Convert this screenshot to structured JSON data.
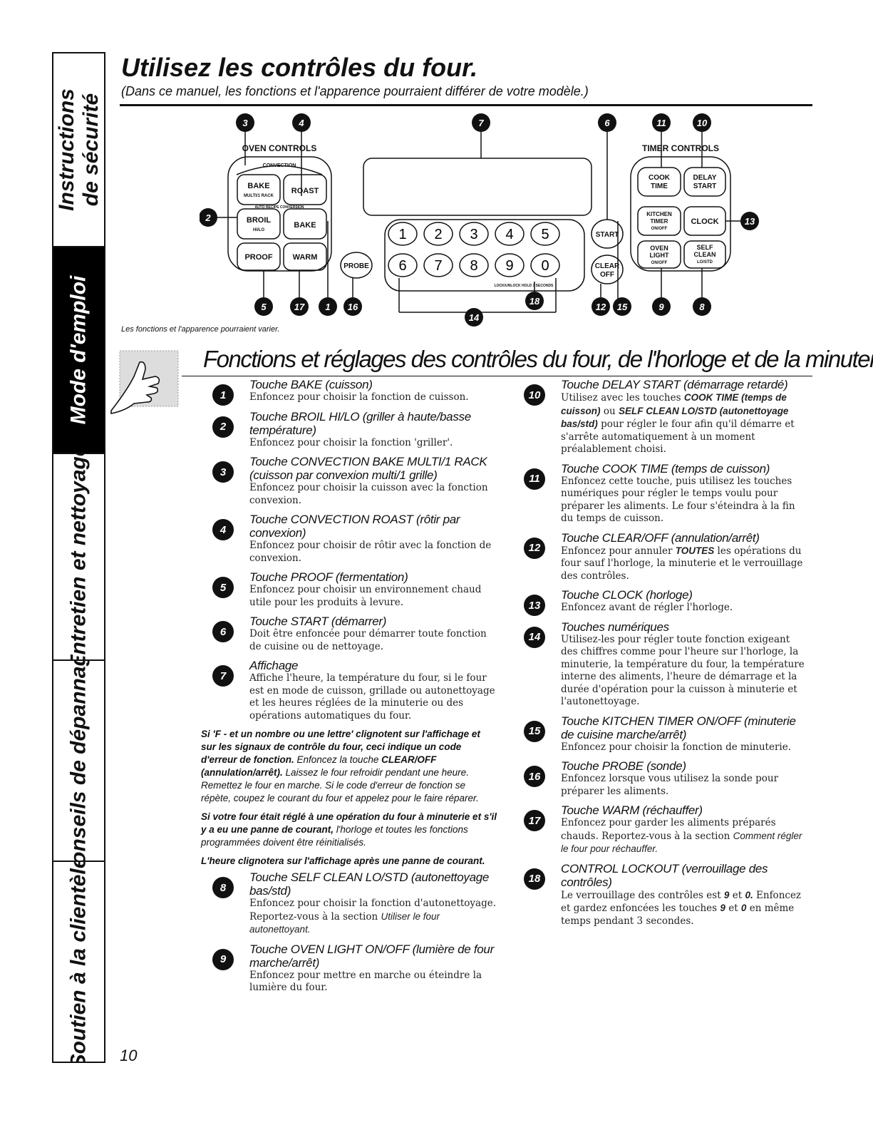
{
  "sidebar": {
    "tabs": [
      {
        "label": "Instructions de sécurité",
        "active": false
      },
      {
        "label": "Mode d'emploi",
        "active": true
      },
      {
        "label": "Entretien et nettoyage",
        "active": false
      },
      {
        "label": "Conseils de dépannage",
        "active": false
      },
      {
        "label": "Soutien à la clientèle",
        "active": false
      }
    ]
  },
  "header": {
    "title": "Utilisez les contrôles du four.",
    "subtitle": "(Dans ce manuel, les fonctions et l'apparence pourraient différer de votre modèle.)"
  },
  "diagram": {
    "oven_controls_label": "OVEN CONTROLS",
    "convection_label": "CONVECTION",
    "auto_recipe_label": "AUTO RECIPE CONVERSION",
    "timer_controls_label": "TIMER CONTROLS",
    "keys": {
      "bake": "BAKE",
      "bake_sub": "MULTI/1 RACK",
      "roast": "ROAST",
      "broil": "BROIL",
      "broil_sub": "HI/LO",
      "bake2": "BAKE",
      "proof": "PROOF",
      "warm": "WARM",
      "probe": "PROBE",
      "start": "START",
      "clear": "CLEAR",
      "off": "OFF",
      "cook": "COOK",
      "time": "TIME",
      "delay": "DELAY",
      "delay_start": "START",
      "kitchen": "KITCHEN",
      "timer": "TIMER",
      "onoff": "ON/OFF",
      "clock": "CLOCK",
      "oven": "OVEN",
      "light": "LIGHT",
      "light_onoff": "ON/OFF",
      "self": "SELF",
      "clean": "CLEAN",
      "lostd": "LO/STD",
      "lockout": "LOCK/UNLOCK HOLD 3 SECONDS",
      "digits": [
        "1",
        "2",
        "3",
        "4",
        "5",
        "6",
        "7",
        "8",
        "9",
        "0"
      ]
    },
    "callouts": {
      "top": [
        "3",
        "4",
        "7",
        "6",
        "11",
        "10"
      ],
      "left": "2",
      "right": "13",
      "bottom": [
        "5",
        "17",
        "1",
        "16",
        "18",
        "14",
        "12",
        "15",
        "9",
        "8"
      ]
    },
    "caption": "Les fonctions et l'apparence pourraient varier."
  },
  "section": {
    "title": "Fonctions et réglages des contrôles du four, de l'horloge et de la minuterie"
  },
  "left_items": [
    {
      "num": "1",
      "title": "Touche BAKE (cuisson)",
      "desc": "Enfoncez pour choisir la fonction de cuisson."
    },
    {
      "num": "2",
      "title": "Touche BROIL HI/LO (griller à haute/basse température)",
      "desc": "Enfoncez pour choisir la fonction 'griller'."
    },
    {
      "num": "3",
      "title": "Touche CONVECTION BAKE MULTI/1 RACK (cuisson par convexion multi/1 grille)",
      "desc": "Enfoncez pour choisir la cuisson avec la fonction convexion."
    },
    {
      "num": "4",
      "title": "Touche CONVECTION ROAST (rôtir par convexion)",
      "desc": "Enfoncez pour choisir de rôtir avec la fonction de convexion."
    },
    {
      "num": "5",
      "title": "Touche PROOF (fermentation)",
      "desc": "Enfoncez pour choisir un environnement chaud utile pour les produits à levure."
    },
    {
      "num": "6",
      "title": "Touche START (démarrer)",
      "desc": "Doit être enfoncée pour démarrer toute fonction de cuisine ou de nettoyage."
    },
    {
      "num": "7",
      "title": "Affichage",
      "desc": "Affiche l'heure, la température du four, si le four est en mode de cuisson, grillade ou autonettoyage et les heures réglées de la minuterie ou des opérations automatiques du four."
    }
  ],
  "notes": {
    "n1_bold": "Si 'F - et un nombre ou une lettre' clignotent sur l'affichage et sur les signaux de contrôle du four, ceci indique un code d'erreur de fonction.",
    "n1_text": "Enfoncez la touche",
    "n1_bold2": "CLEAR/OFF (annulation/arrêt).",
    "n1_text2": "Laissez le four refroidir pendant une heure. Remettez le four en marche. Si le code d'erreur de fonction se répète, coupez le courant du four et appelez pour le faire réparer.",
    "n2_bold": "Si votre four était réglé à une opération du four à minuterie et s'il y a eu une panne de courant,",
    "n2_text": "l'horloge et toutes les fonctions programmées doivent être réinitialisés.",
    "n3_bold": "L'heure clignotera sur l'affichage après une panne de courant."
  },
  "left_items_2": [
    {
      "num": "8",
      "title": "Touche SELF CLEAN LO/STD (autonettoyage bas/std)",
      "desc": "Enfoncez pour choisir la fonction d'autonettoyage. Reportez-vous à la section",
      "ref": "Utiliser le four autonettoyant."
    },
    {
      "num": "9",
      "title": "Touche OVEN LIGHT ON/OFF (lumière de four marche/arrêt)",
      "desc": "Enfoncez pour mettre en marche ou éteindre la lumière du four."
    }
  ],
  "right_items": [
    {
      "num": "10",
      "title": "Touche DELAY START (démarrage retardé)",
      "pre": "Utilisez avec les touches",
      "bold1": "COOK TIME (temps de cuisson)",
      "mid": "ou",
      "bold2": "SELF CLEAN LO/STD (autonettoyage bas/std)",
      "desc": "pour régler le four afin qu'il démarre et s'arrête automatiquement à un moment préalablement choisi."
    },
    {
      "num": "11",
      "title": "Touche COOK TIME (temps de cuisson)",
      "desc": "Enfoncez cette touche, puis utilisez les touches numériques pour régler le temps voulu pour préparer les aliments. Le four s'éteindra à la fin du temps de cuisson."
    },
    {
      "num": "12",
      "title": "Touche CLEAR/OFF (annulation/arrêt)",
      "pre": "Enfoncez pour annuler",
      "bold1": "TOUTES",
      "desc": "les opérations du four sauf l'horloge, la minuterie et le verrouillage des contrôles."
    },
    {
      "num": "13",
      "title": "Touche CLOCK (horloge)",
      "desc": "Enfoncez avant de régler l'horloge."
    },
    {
      "num": "14",
      "title": "Touches numériques",
      "desc": "Utilisez-les pour régler toute fonction exigeant des chiffres comme pour l'heure sur l'horloge, la minuterie, la température du four, la température interne des aliments, l'heure de démarrage et la durée d'opération pour la cuisson à minuterie et l'autonettoyage."
    },
    {
      "num": "15",
      "title": "Touche KITCHEN TIMER ON/OFF (minuterie de cuisine marche/arrêt)",
      "desc": "Enfoncez pour choisir la fonction de minuterie."
    },
    {
      "num": "16",
      "title": "Touche PROBE (sonde)",
      "desc": "Enfoncez lorsque vous utilisez la sonde pour préparer les aliments."
    },
    {
      "num": "17",
      "title": "Touche WARM (réchauffer)",
      "desc": "Enfoncez pour garder les aliments préparés chauds. Reportez-vous à la section",
      "ref": "Comment régler le four pour réchauffer."
    },
    {
      "num": "18",
      "title": "CONTROL LOCKOUT (verrouillage des contrôles)",
      "pre": "Le verrouillage des contrôles est",
      "bold1": "9",
      "mid": "et",
      "bold2": "0.",
      "desc": "Enfoncez et gardez enfoncées les touches",
      "bold3": "9",
      "mid2": "et",
      "bold4": "0",
      "desc2": "en même temps pendant 3 secondes."
    }
  ],
  "page_number": "10"
}
